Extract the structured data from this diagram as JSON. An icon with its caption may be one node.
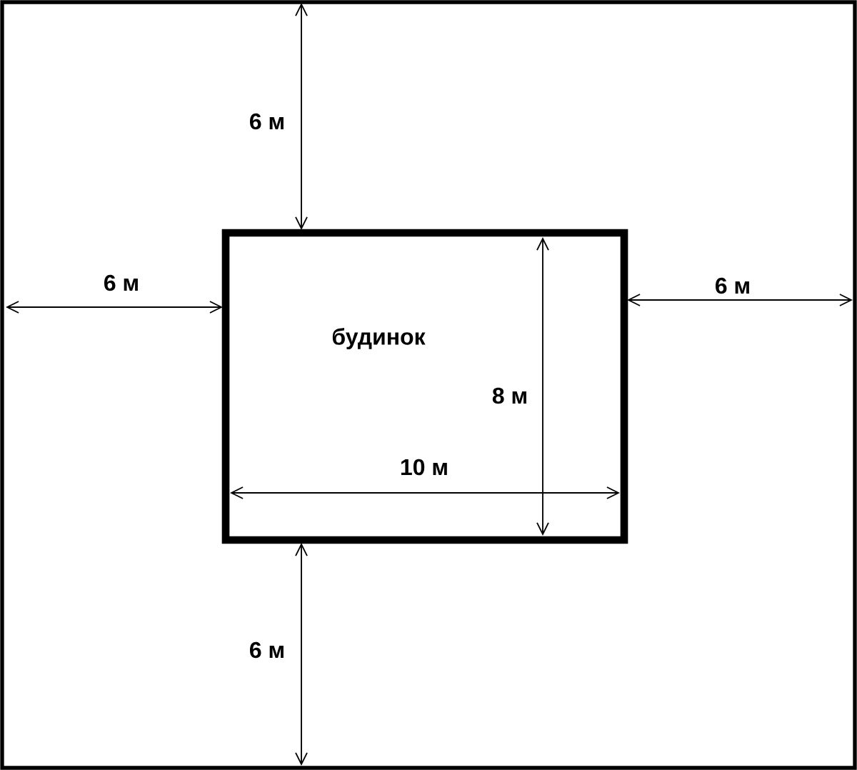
{
  "diagram": {
    "nodes": [
      {
        "text": [
          "будинок"
        ]
      }
    ],
    "labels": [
      "6 м",
      "6 м",
      "6 м",
      "8 м",
      "10 м",
      "6 м"
    ]
  }
}
